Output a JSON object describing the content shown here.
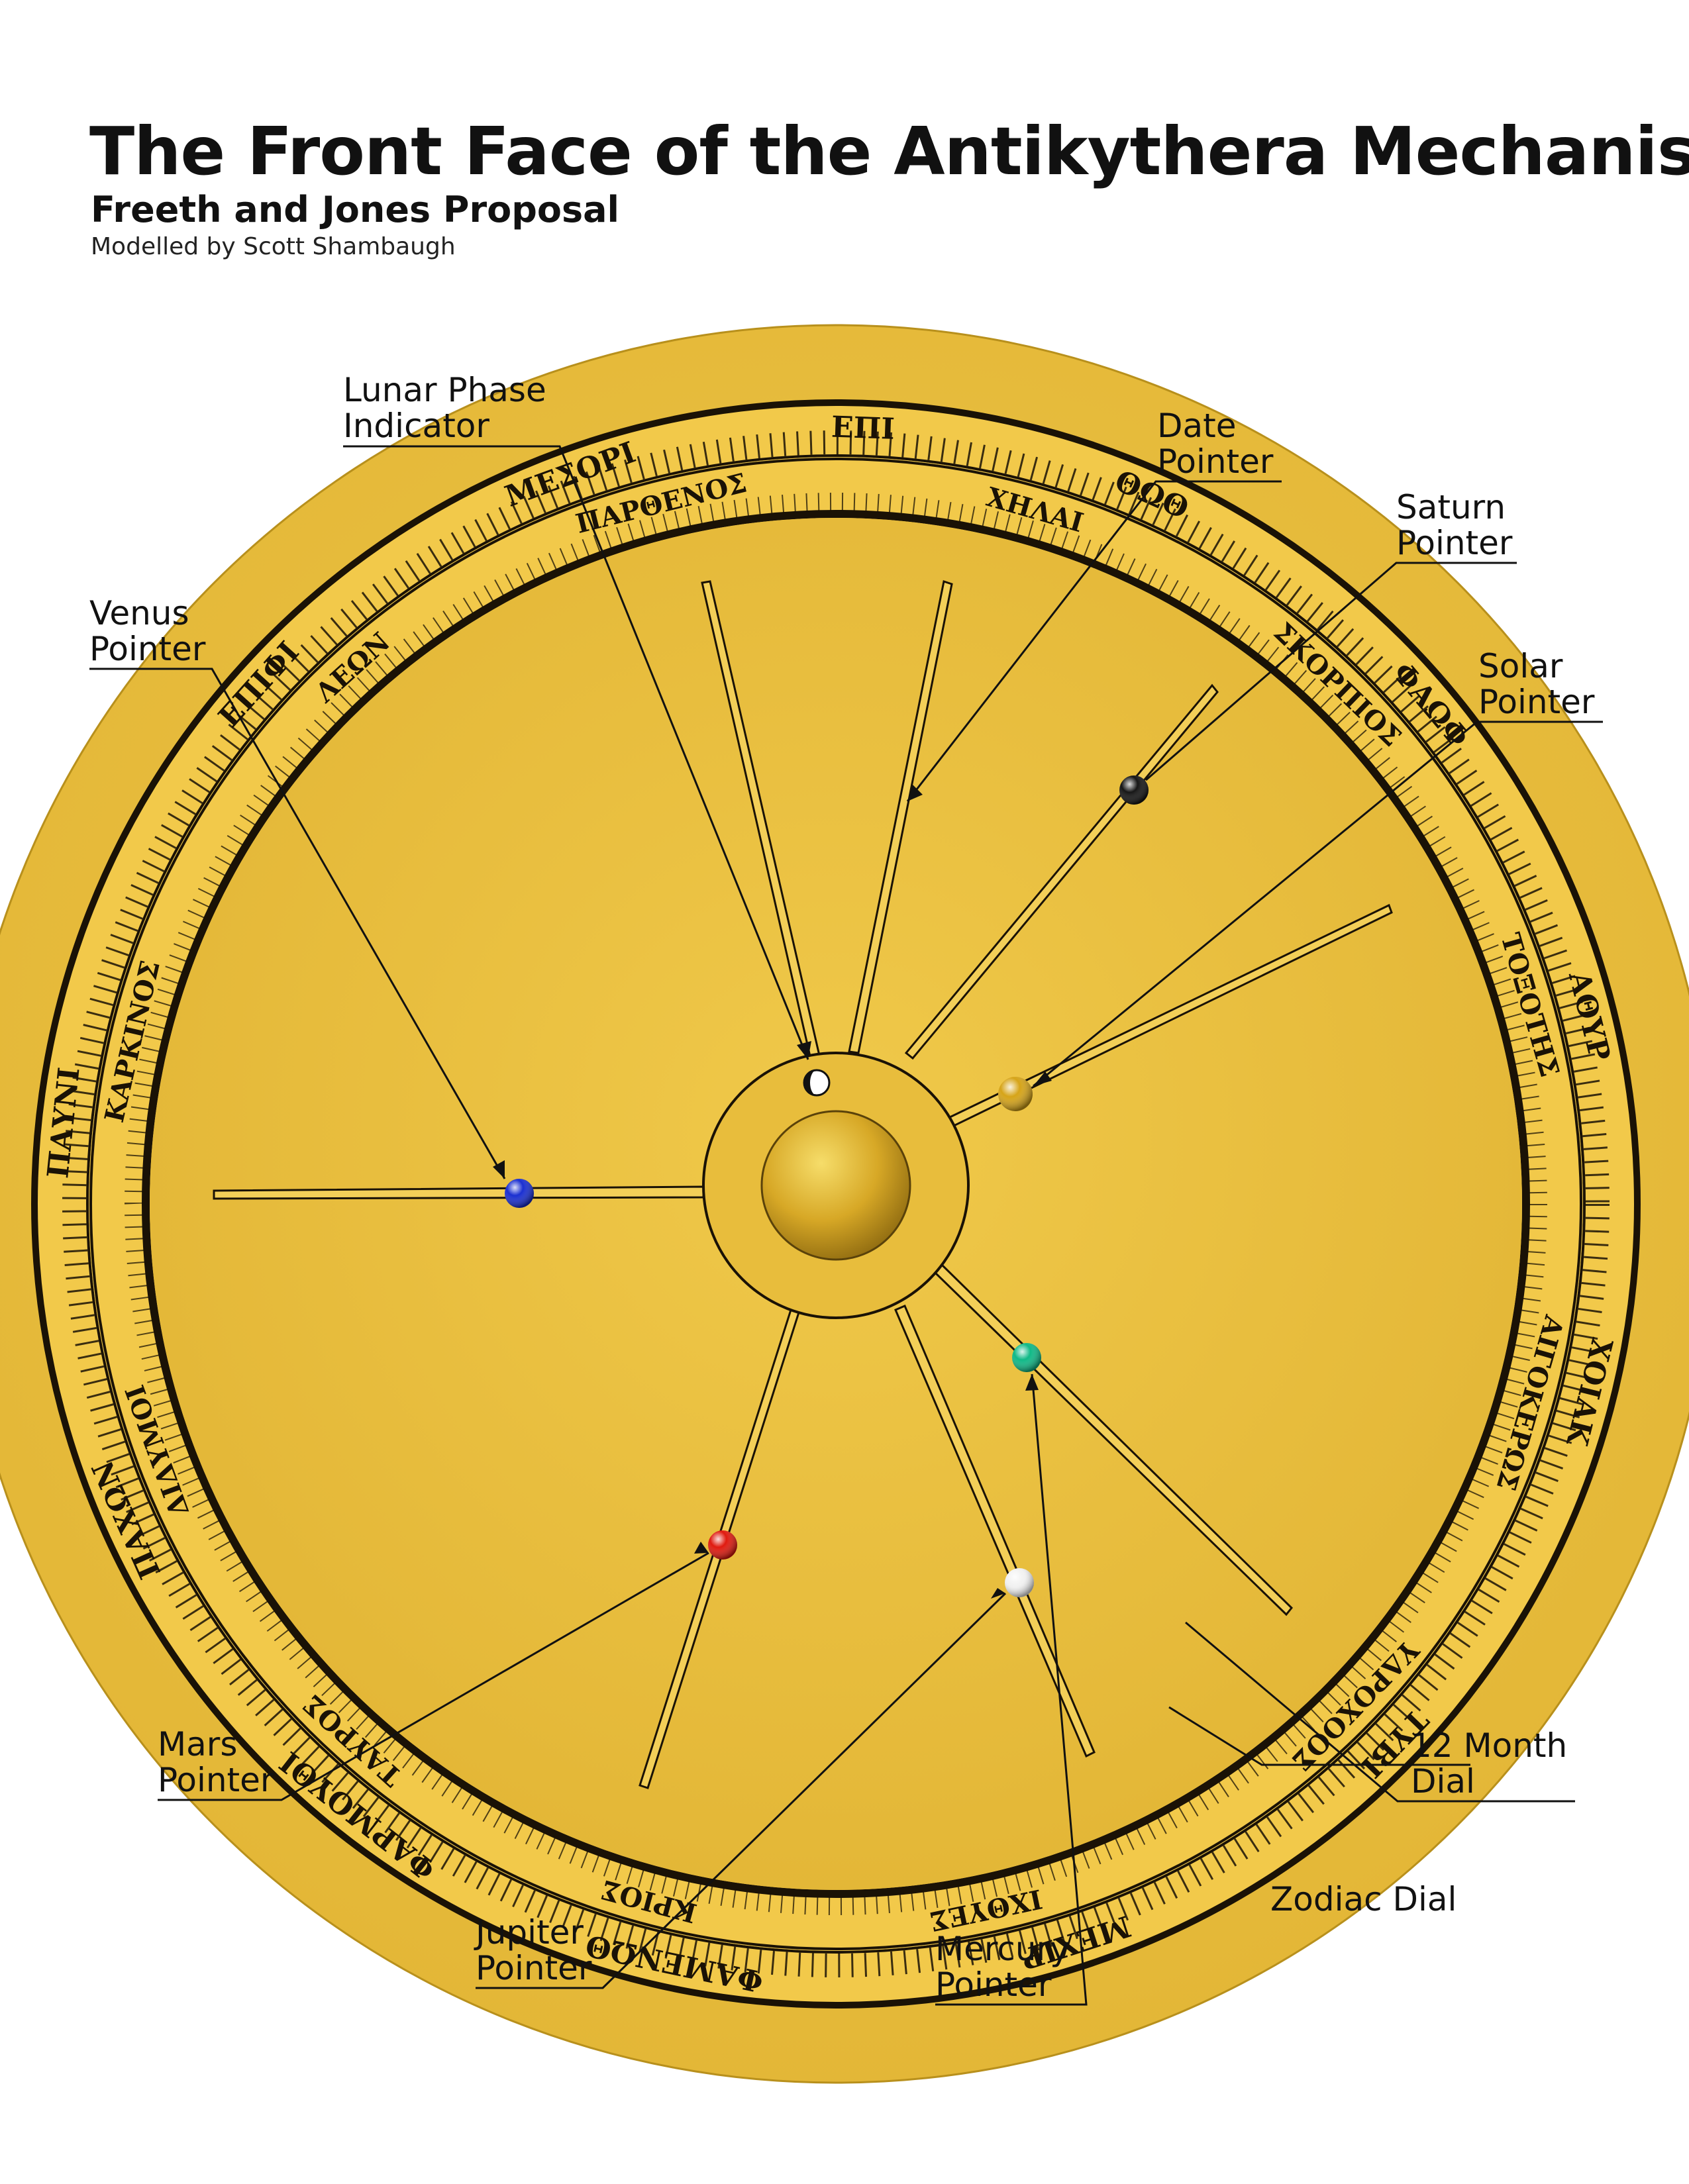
{
  "header": {
    "title": "The Front Face of the Antikythera Mechanism",
    "subtitle": "Freeth and Jones Proposal",
    "credit": "Modelled by Scott Shambaugh"
  },
  "labels": {
    "lunar_phase": [
      "Lunar Phase",
      "Indicator"
    ],
    "date": [
      "Date",
      "Pointer"
    ],
    "saturn": [
      "Saturn",
      "Pointer"
    ],
    "venus": [
      "Venus",
      "Pointer"
    ],
    "solar": [
      "Solar",
      "Pointer"
    ],
    "mars": [
      "Mars",
      "Pointer"
    ],
    "jupiter": [
      "Jupiter",
      "Pointer"
    ],
    "mercury": [
      "Mercury",
      "Pointer"
    ],
    "month_dial": [
      "12 Month",
      "Dial"
    ],
    "zodiac_dial": [
      "Zodiac Dial"
    ]
  },
  "month_dial_names": [
    "ΜΕΣΟΡΙ",
    "ΕΠΙ",
    "ΘΩΘ",
    "ΦΑΩΦ",
    "ΑΘΥΡ",
    "ΧΟΙΑΚ",
    "ΤΥΒΙ",
    "ΜΕΧΙΡ",
    "ΦΑΜΕΝΩΘ",
    "ΦΑΡΜΟΥΘΙ",
    "ΠΑΧΩΝ",
    "ΠΑΥΝΙ",
    "ΕΠΙΦΙ"
  ],
  "zodiac_dial_names": [
    "ΠΑΡΘΕΝΟΣ",
    "ΧΗΛΑΙ",
    "ΣΚΟΡΠΙΟΣ",
    "ΤΟΞΟΤΗΣ",
    "ΑΙΓΟΚΕΡΩΣ",
    "ΥΔΡΟΧΟΟΣ",
    "ΙΧΘΥΕΣ",
    "ΚΡΙΟΣ",
    "ΤΑΥΡΟΣ",
    "ΔΙΔΥΜΟΙ",
    "ΚΑΡΚΙΝΟΣ",
    "ΛΕΩΝ"
  ],
  "colors": {
    "face": "#e9bf40",
    "ring": "#f2c94a",
    "venus": "#1a2fd1",
    "mars": "#e01a0f",
    "mercury": "#10b987",
    "saturn": "#161616",
    "sun": "#d6a418",
    "moon": "#ffffff",
    "jupiter": "#f2f2f2"
  }
}
